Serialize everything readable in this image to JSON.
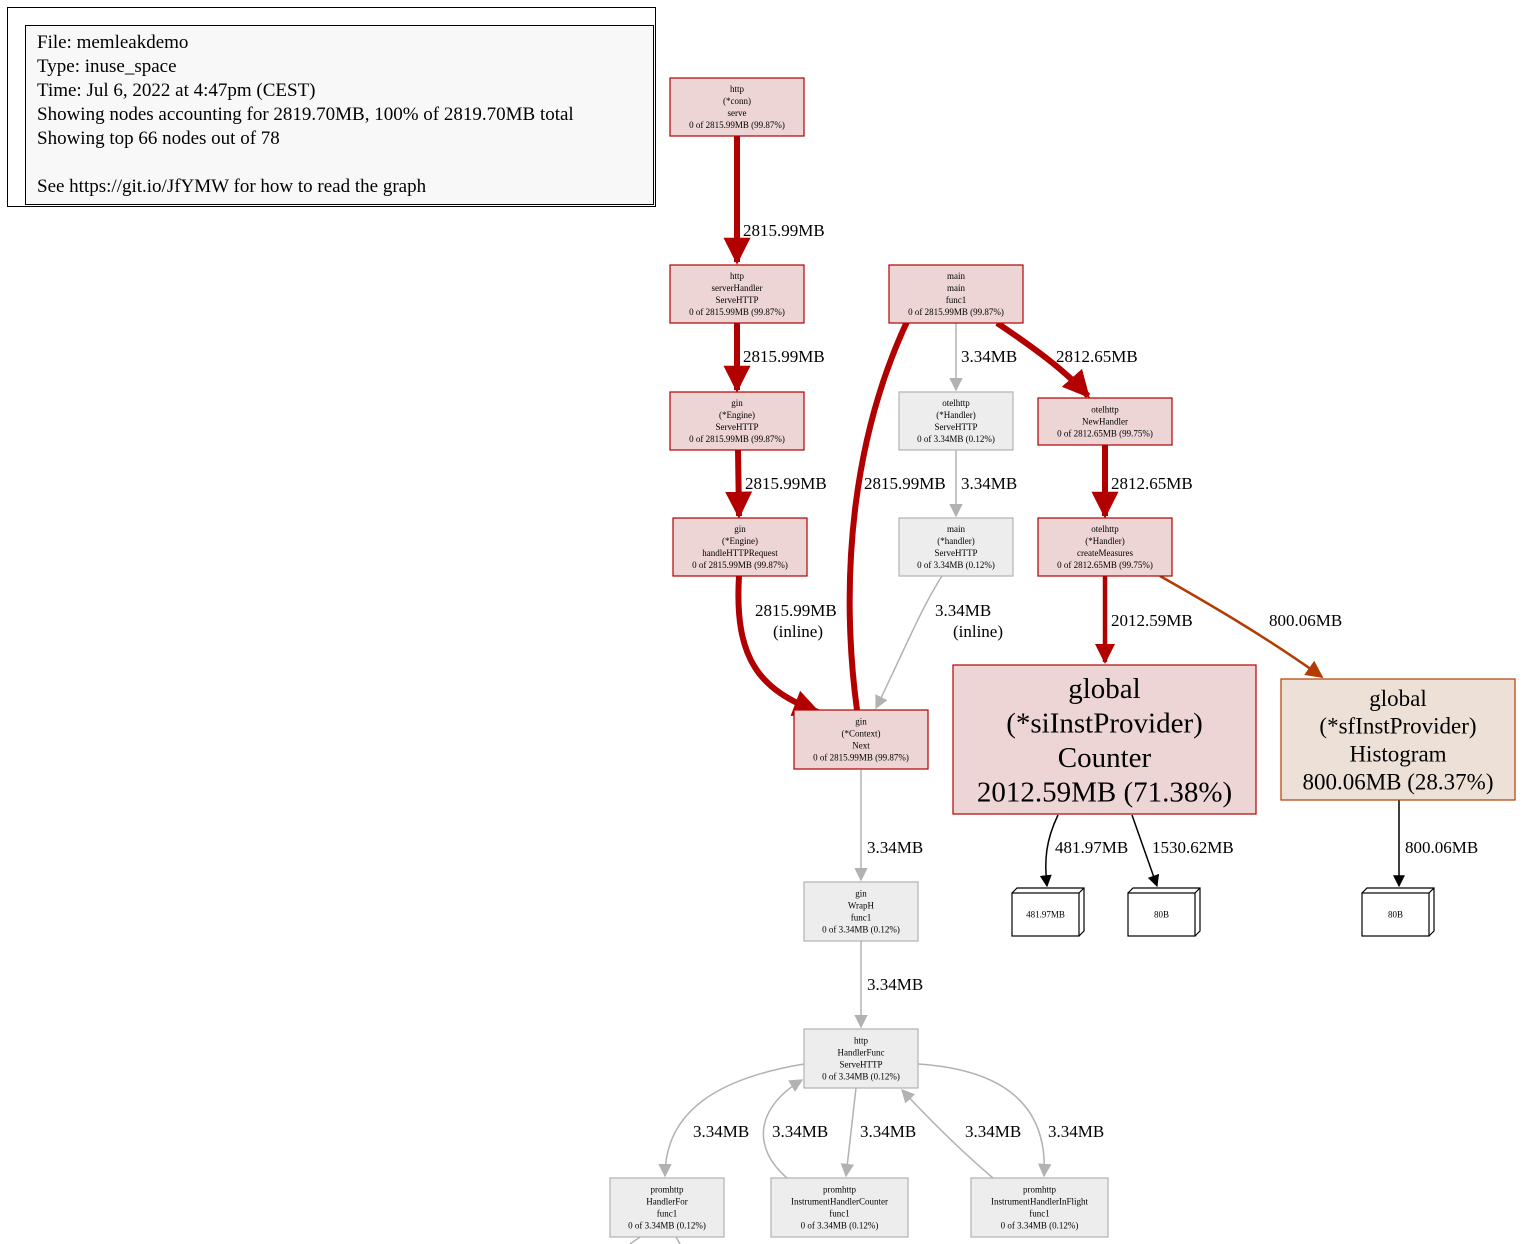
{
  "legend": {
    "lines": [
      "File: memleakdemo",
      "Type: inuse_space",
      "Time: Jul 6, 2022 at 4:47pm (CEST)",
      "Showing nodes accounting for 2819.70MB, 100% of 2819.70MB total",
      "Showing top 66 nodes out of 78",
      "",
      "See https://git.io/JfYMW for how to read the graph"
    ]
  },
  "colors": {
    "hot_fill": "#edd5d5",
    "hot_stroke": "#b20000",
    "warm_fill": "#ede0d7",
    "warm_stroke": "#b23d00",
    "cold_fill": "#ededed",
    "cold_stroke": "#b2b2b2",
    "edge_hot": "#b20000",
    "edge_warm": "#b23d00",
    "edge_cold": "#b2b2b2",
    "edge_black": "#000000"
  },
  "nodes": [
    {
      "id": "http-conn-serve",
      "lines": [
        "http",
        "(*conn)",
        "serve",
        "0 of 2815.99MB (99.87%)"
      ]
    },
    {
      "id": "http-serverhandler-servehttp",
      "lines": [
        "http",
        "serverHandler",
        "ServeHTTP",
        "0 of 2815.99MB (99.87%)"
      ]
    },
    {
      "id": "gin-engine-servehttp",
      "lines": [
        "gin",
        "(*Engine)",
        "ServeHTTP",
        "0 of 2815.99MB (99.87%)"
      ]
    },
    {
      "id": "gin-engine-handlehttprequest",
      "lines": [
        "gin",
        "(*Engine)",
        "handleHTTPRequest",
        "0 of 2815.99MB (99.87%)"
      ]
    },
    {
      "id": "gin-context-next",
      "lines": [
        "gin",
        "(*Context)",
        "Next",
        "0 of 2815.99MB (99.87%)"
      ]
    },
    {
      "id": "main-main-func1",
      "lines": [
        "main",
        "main",
        "func1",
        "0 of 2815.99MB (99.87%)"
      ]
    },
    {
      "id": "otelhttp-handler-servehttp",
      "lines": [
        "otelhttp",
        "(*Handler)",
        "ServeHTTP",
        "0 of 3.34MB (0.12%)"
      ]
    },
    {
      "id": "main-handler-servehttp",
      "lines": [
        "main",
        "(*handler)",
        "ServeHTTP",
        "0 of 3.34MB (0.12%)"
      ]
    },
    {
      "id": "otelhttp-newhandler",
      "lines": [
        "otelhttp",
        "NewHandler",
        "0 of 2812.65MB (99.75%)"
      ]
    },
    {
      "id": "otelhttp-handler-createmeasures",
      "lines": [
        "otelhttp",
        "(*Handler)",
        "createMeasures",
        "0 of 2812.65MB (99.75%)"
      ]
    },
    {
      "id": "global-siinstprovider-counter",
      "lines": [
        "global",
        "(*siInstProvider)",
        "Counter",
        "2012.59MB (71.38%)"
      ]
    },
    {
      "id": "global-sfinstprovider-histogram",
      "lines": [
        "global",
        "(*sfInstProvider)",
        "Histogram",
        "800.06MB (28.37%)"
      ]
    },
    {
      "id": "gin-wraph-func1",
      "lines": [
        "gin",
        "WrapH",
        "func1",
        "0 of 3.34MB (0.12%)"
      ]
    },
    {
      "id": "http-handlerfunc-servehttp",
      "lines": [
        "http",
        "HandlerFunc",
        "ServeHTTP",
        "0 of 3.34MB (0.12%)"
      ]
    },
    {
      "id": "promhttp-handlerfor-func1",
      "lines": [
        "promhttp",
        "HandlerFor",
        "func1",
        "0 of 3.34MB (0.12%)"
      ]
    },
    {
      "id": "promhttp-instrumenthandlercounter-func1",
      "lines": [
        "promhttp",
        "InstrumentHandlerCounter",
        "func1",
        "0 of 3.34MB (0.12%)"
      ]
    },
    {
      "id": "promhttp-instrumenthandlerinflight-func1",
      "lines": [
        "promhttp",
        "InstrumentHandlerInFlight",
        "func1",
        "0 of 3.34MB (0.12%)"
      ]
    },
    {
      "id": "alloc-48197",
      "lines": [
        "481.97MB"
      ]
    },
    {
      "id": "alloc-80b-a",
      "lines": [
        "80B"
      ]
    },
    {
      "id": "alloc-80b-b",
      "lines": [
        "80B"
      ]
    }
  ],
  "edges": [
    {
      "id": "e1",
      "from": "http-conn-serve",
      "to": "http-serverhandler-servehttp",
      "label": [
        "2815.99MB"
      ]
    },
    {
      "id": "e2",
      "from": "http-serverhandler-servehttp",
      "to": "gin-engine-servehttp",
      "label": [
        "2815.99MB"
      ]
    },
    {
      "id": "e3",
      "from": "gin-engine-servehttp",
      "to": "gin-engine-handlehttprequest",
      "label": [
        "2815.99MB"
      ]
    },
    {
      "id": "e4",
      "from": "gin-engine-handlehttprequest",
      "to": "gin-context-next",
      "label": [
        "2815.99MB",
        "(inline)"
      ]
    },
    {
      "id": "e5",
      "from": "gin-context-next",
      "to": "main-main-func1",
      "label": [
        "2815.99MB"
      ]
    },
    {
      "id": "e6",
      "from": "main-main-func1",
      "to": "otelhttp-handler-servehttp",
      "label": [
        "3.34MB"
      ]
    },
    {
      "id": "e7",
      "from": "main-main-func1",
      "to": "otelhttp-newhandler",
      "label": [
        "2812.65MB"
      ]
    },
    {
      "id": "e8",
      "from": "otelhttp-handler-servehttp",
      "to": "main-handler-servehttp",
      "label": [
        "3.34MB"
      ]
    },
    {
      "id": "e9",
      "from": "main-handler-servehttp",
      "to": "gin-context-next",
      "label": [
        "3.34MB",
        "(inline)"
      ]
    },
    {
      "id": "e10",
      "from": "otelhttp-newhandler",
      "to": "otelhttp-handler-createmeasures",
      "label": [
        "2812.65MB"
      ]
    },
    {
      "id": "e11",
      "from": "otelhttp-handler-createmeasures",
      "to": "global-siinstprovider-counter",
      "label": [
        "2012.59MB"
      ]
    },
    {
      "id": "e12",
      "from": "otelhttp-handler-createmeasures",
      "to": "global-sfinstprovider-histogram",
      "label": [
        "800.06MB"
      ]
    },
    {
      "id": "e13",
      "from": "global-siinstprovider-counter",
      "to": "alloc-48197",
      "label": [
        "481.97MB"
      ]
    },
    {
      "id": "e14",
      "from": "global-siinstprovider-counter",
      "to": "alloc-80b-a",
      "label": [
        "1530.62MB"
      ]
    },
    {
      "id": "e15",
      "from": "global-sfinstprovider-histogram",
      "to": "alloc-80b-b",
      "label": [
        "800.06MB"
      ]
    },
    {
      "id": "e16",
      "from": "gin-context-next",
      "to": "gin-wraph-func1",
      "label": [
        "3.34MB"
      ]
    },
    {
      "id": "e17",
      "from": "gin-wraph-func1",
      "to": "http-handlerfunc-servehttp",
      "label": [
        "3.34MB"
      ]
    },
    {
      "id": "e18",
      "from": "http-handlerfunc-servehttp",
      "to": "promhttp-handlerfor-func1",
      "label": [
        "3.34MB"
      ]
    },
    {
      "id": "e19",
      "from": "promhttp-instrumenthandlercounter-func1",
      "to": "http-handlerfunc-servehttp",
      "label": [
        "3.34MB"
      ]
    },
    {
      "id": "e20",
      "from": "http-handlerfunc-servehttp",
      "to": "promhttp-instrumenthandlercounter-func1",
      "label": [
        "3.34MB"
      ]
    },
    {
      "id": "e21",
      "from": "promhttp-instrumenthandlerinflight-func1",
      "to": "http-handlerfunc-servehttp",
      "label": [
        "3.34MB"
      ]
    },
    {
      "id": "e22",
      "from": "http-handlerfunc-servehttp",
      "to": "promhttp-instrumenthandlerinflight-func1",
      "label": [
        "3.34MB"
      ]
    }
  ]
}
